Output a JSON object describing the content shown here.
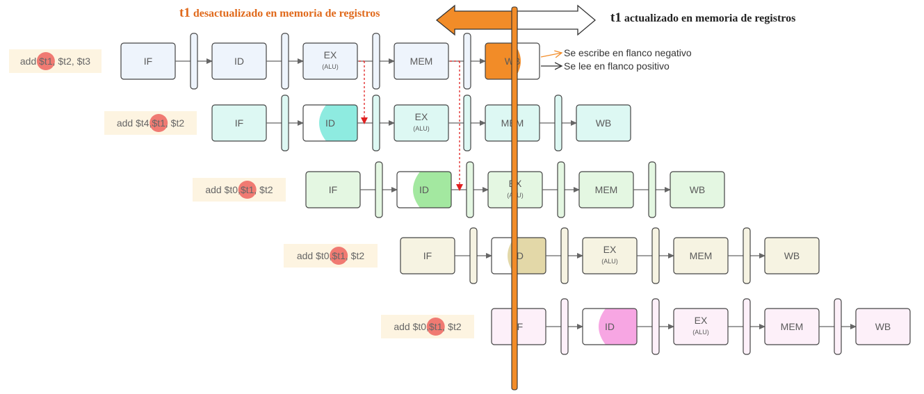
{
  "header": {
    "left_prefix": "t1",
    "left_text": " desactualizado en memoria de registros",
    "right_prefix": "t1",
    "right_text": " actualizado en memoria de registros"
  },
  "notes": {
    "write": "Se escribe en flanco negativo",
    "read": "Se lee en flanco positivo"
  },
  "colors": {
    "orange": "#f28c28",
    "header_orange": "#e0691b",
    "dep_red": "#e02020",
    "dep_arrow": "#d93a2b",
    "instr_bg": "#fdf4e1",
    "highlight": "#f07a72"
  },
  "stages": {
    "IF": "IF",
    "ID": "ID",
    "EX": "EX",
    "EX_sub": "(ALU)",
    "MEM": "MEM",
    "WB": "WB"
  },
  "instructions": [
    {
      "pre": "add ",
      "reg": "$t1",
      "post": ", $t2, $t3",
      "fill": "#eef4fc",
      "accent": "#f28c28"
    },
    {
      "pre": "add $t4,",
      "reg": "$t1",
      "post": ", $t2",
      "fill": "#ddf8f3",
      "accent": "#8eebe0"
    },
    {
      "pre": "add $t0,",
      "reg": "$t1",
      "post": ", $t2",
      "fill": "#e4f7e2",
      "accent": "#a3e8a0"
    },
    {
      "pre": "add $t0,",
      "reg": "$t1",
      "post": ", $t2",
      "fill": "#f6f3e2",
      "accent": "#e3d8a8"
    },
    {
      "pre": "add $t0,",
      "reg": "$t1",
      "post": ", $t2",
      "fill": "#fdf0f9",
      "accent": "#f7a6e3"
    }
  ]
}
